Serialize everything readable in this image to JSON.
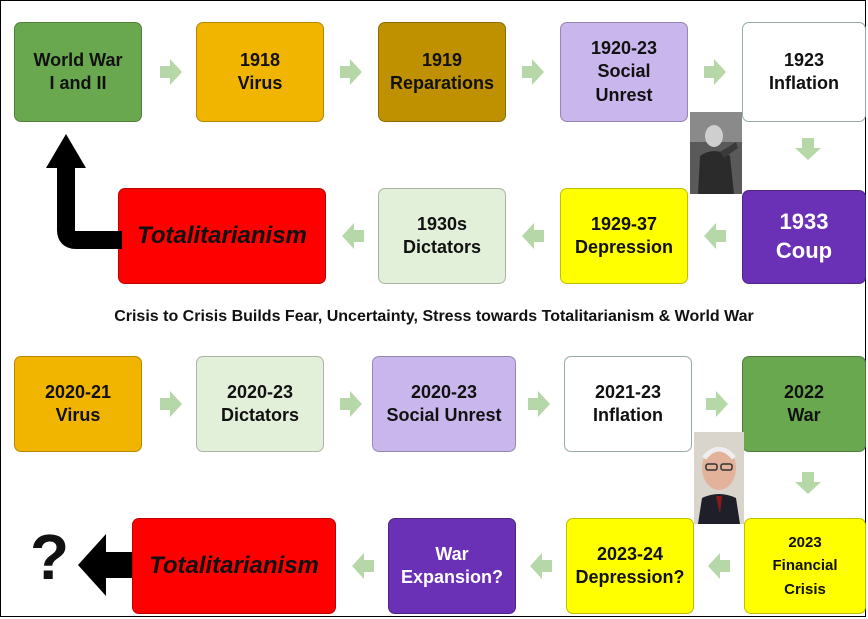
{
  "colors": {
    "green": "#6aa84f",
    "orange": "#f1b500",
    "olive": "#bf9000",
    "lavender": "#c9b6ec",
    "white": "#ffffff",
    "purple": "#6a30b5",
    "yellow": "#ffff00",
    "palegreen": "#e2efd9",
    "red": "#ff0000",
    "arrow": "#b6d7a8"
  },
  "top": {
    "row1": [
      {
        "lines": [
          "World War",
          "I and II"
        ]
      },
      {
        "lines": [
          "1918",
          "Virus"
        ]
      },
      {
        "lines": [
          "1919",
          "Reparations"
        ]
      },
      {
        "lines": [
          "1920-23",
          "Social",
          "Unrest"
        ]
      },
      {
        "lines": [
          "1923",
          "Inflation"
        ]
      }
    ],
    "row2": [
      {
        "lines": [
          "Totalitarianism"
        ]
      },
      {
        "lines": [
          "1930s",
          "Dictators"
        ]
      },
      {
        "lines": [
          "1929-37",
          "Depression"
        ]
      },
      {
        "lines": [
          "1933",
          "Coup"
        ]
      }
    ]
  },
  "caption": "Crisis to Crisis Builds Fear, Uncertainty, Stress towards Totalitarianism & World War",
  "bottom": {
    "row1": [
      {
        "lines": [
          "2020-21",
          "Virus"
        ]
      },
      {
        "lines": [
          "2020-23",
          "Dictators"
        ]
      },
      {
        "lines": [
          "2020-23",
          "Social Unrest"
        ]
      },
      {
        "lines": [
          "2021-23",
          "Inflation"
        ]
      },
      {
        "lines": [
          "2022",
          "War"
        ]
      }
    ],
    "row2": [
      {
        "lines": [
          "Totalitarianism"
        ]
      },
      {
        "lines": [
          "War",
          "Expansion?"
        ]
      },
      {
        "lines": [
          "2023-24",
          "Depression?"
        ]
      },
      {
        "lines": [
          "2023",
          "Financial",
          "Crisis"
        ]
      }
    ]
  },
  "question_mark": "?"
}
